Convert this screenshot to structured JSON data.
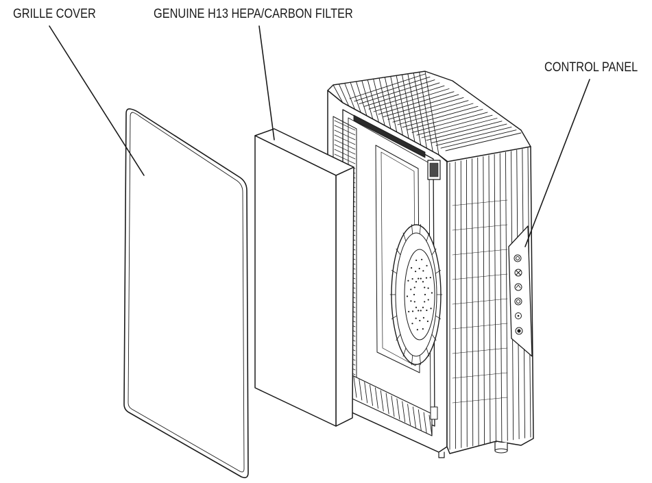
{
  "labels": {
    "grille_cover": "GRILLE COVER",
    "filter": "GENUINE H13 HEPA/CARBON FILTER",
    "control_panel": "CONTROL PANEL"
  },
  "colors": {
    "line": "#1a1a1a",
    "fill": "#ffffff",
    "shade": "#e6e6e6",
    "dark": "#4a4a4a"
  },
  "icons": [
    "power-icon",
    "fan-icon",
    "auto-mode-icon",
    "timer-icon",
    "light-icon",
    "night-mode-icon"
  ]
}
